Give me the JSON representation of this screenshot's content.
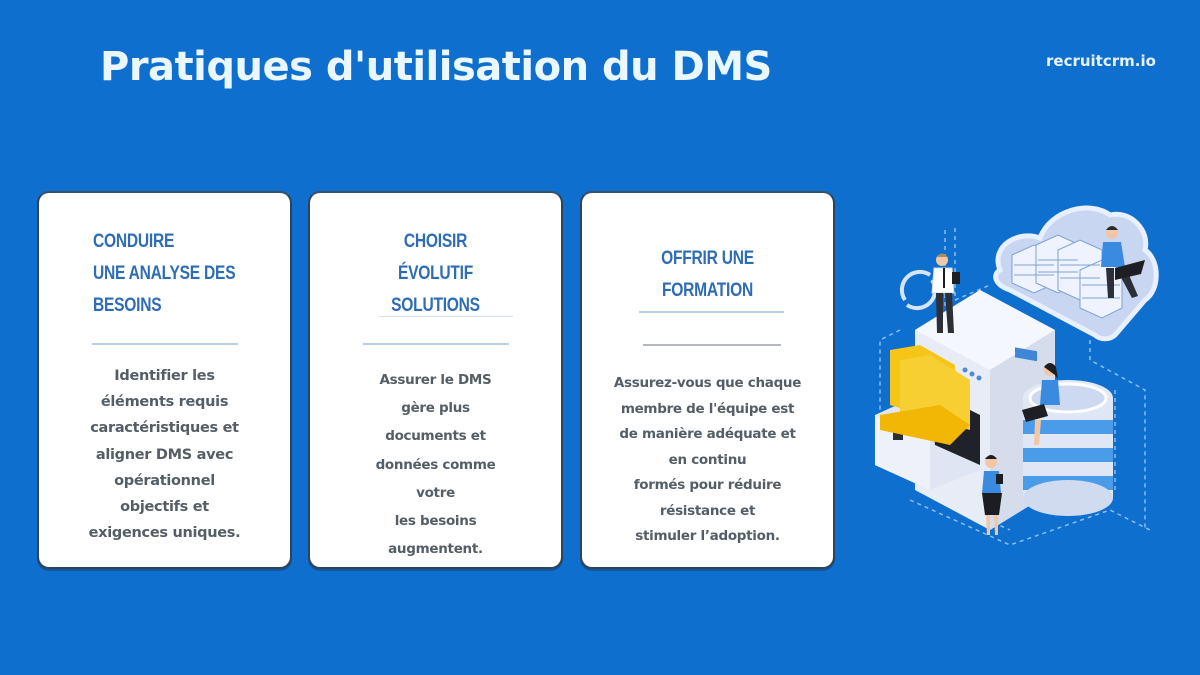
{
  "header": {
    "title": "Pratiques d'utilisation du DMS",
    "brand": "recruitcrm.io"
  },
  "cards": [
    {
      "heading": "CONDUIRE\nUNE ANALYSE DES\nBESOINS",
      "body": "Identifier les\néléments requis\ncaractéristiques et\naligner DMS avec\nopérationnel\nobjectifs et\nexigences uniques."
    },
    {
      "heading": "CHOISIR\nÉVOLUTIF\nSOLUTIONS",
      "body": "Assurer le DMS\ngère plus\ndocuments et\ndonnées comme\nvotre\nles besoins\naugmentent."
    },
    {
      "heading": "OFFRIR UNE\nFORMATION",
      "body": "Assurez-vous que chaque\nmembre de l'équipe est\nde manière adéquate et\nen continu\nformés pour réduire\nrésistance et\nstimuler l’adoption."
    }
  ],
  "illustration": {
    "icon": "document-management-isometric-illustration",
    "elements": [
      "cloud-server",
      "filing-cabinet",
      "folders",
      "database",
      "sync-arrows",
      "people-with-laptops"
    ]
  },
  "colors": {
    "background": "#0f6fcf",
    "title": "#eaf7ff",
    "card_heading": "#2e6db4",
    "card_body": "#555e67",
    "card_bg": "#ffffff",
    "folder": "#f5c518"
  }
}
